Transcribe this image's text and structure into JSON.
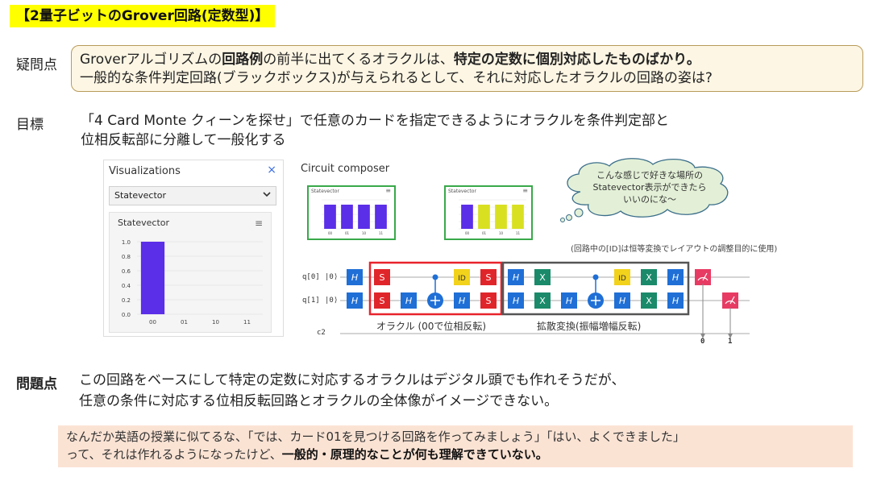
{
  "title": "【2量子ビットのGrover回路(定数型)】",
  "question": {
    "label": "疑問点",
    "line1_a": "Groverアルゴリズムの",
    "line1_b": "回路例",
    "line1_c": "の前半に出てくるオラクルは、",
    "line1_d": "特定の定数に個別対応したものばかり。",
    "line2": "一般的な条件判定回路(ブラックボックス)が与えられるとして、それに対応したオラクルの回路の姿は?"
  },
  "goal": {
    "label": "目標",
    "line1": "「4 Card Monte クィーンを探せ」で任意のカードを指定できるようにオラクルを条件判定部と",
    "line2": "位相反転部に分離して一般化する"
  },
  "visualizations": {
    "title": "Visualizations",
    "close_icon": "×",
    "select_value": "Statevector",
    "chevron_icon": "chevron-down-icon",
    "card_title": "Statevector",
    "menu_icon": "hamburger-icon",
    "chart_data": {
      "type": "bar",
      "categories": [
        "00",
        "01",
        "10",
        "11"
      ],
      "values": [
        1.0,
        0,
        0,
        0
      ],
      "ylim": [
        0,
        1.0
      ],
      "yticks": [
        "0.0",
        "0.2",
        "0.4",
        "0.6",
        "0.8",
        "1.0"
      ],
      "bar_color": "#5b2ee8"
    }
  },
  "circuit": {
    "title": "Circuit composer",
    "mini1": {
      "title": "Statevector",
      "chart_data": {
        "type": "bar",
        "categories": [
          "00",
          "01",
          "10",
          "11"
        ],
        "values": [
          0.25,
          0.25,
          0.25,
          0.25
        ],
        "ylim": [
          0,
          0.3
        ],
        "colors": [
          "#5b2ee8",
          "#5b2ee8",
          "#5b2ee8",
          "#5b2ee8"
        ]
      }
    },
    "mini2": {
      "title": "Statevector",
      "chart_data": {
        "type": "bar",
        "categories": [
          "00",
          "01",
          "10",
          "11"
        ],
        "values": [
          0.25,
          0.25,
          0.25,
          0.25
        ],
        "ylim": [
          0,
          0.3
        ],
        "colors": [
          "#5b2ee8",
          "#d9e021",
          "#d9e021",
          "#d9e021"
        ]
      }
    },
    "bubble": {
      "line1": "こんな感じで好きな場所の",
      "line2": "Statevector表示ができたら",
      "line3": "いいのにな～"
    },
    "note": "(回路中の[ID]は恒等変換でレイアウトの調整目的に使用)",
    "q0_label": "q[0]",
    "q1_label": "q[1]",
    "c_label": "c2",
    "ket": "|0⟩",
    "oracle_label": "オラクル (00で位相反転)",
    "diffusion_label": "拡散変換(振幅増幅反転)",
    "meas0": "0",
    "meas1": "1",
    "gates": {
      "H": "H",
      "S": "S",
      "X": "X",
      "ID": "ID"
    },
    "colors": {
      "h_gate": "#1f6fd6",
      "s_gate": "#e0252a",
      "x_gate": "#1a8a6a",
      "id_gate": "#f2d21b",
      "meas_gate": "#e73b63",
      "oracle_box": "#e8232b",
      "diffusion_box": "#555555"
    }
  },
  "problem": {
    "label": "問題点",
    "line1": "この回路をベースにして特定の定数に対応するオラクルはデジタル頭でも作れそうだが、",
    "line2": "任意の条件に対応する位相反転回路とオラクルの全体像がイメージできない。"
  },
  "bottom": {
    "line1": "なんだか英語の授業に似てるな、「では、カード01を見つける回路を作ってみましょう」「はい、よくできました」",
    "line2_a": "って、それは作れるようになったけど、",
    "line2_b": "一般的・原理的なことが何も理解できていない。"
  }
}
